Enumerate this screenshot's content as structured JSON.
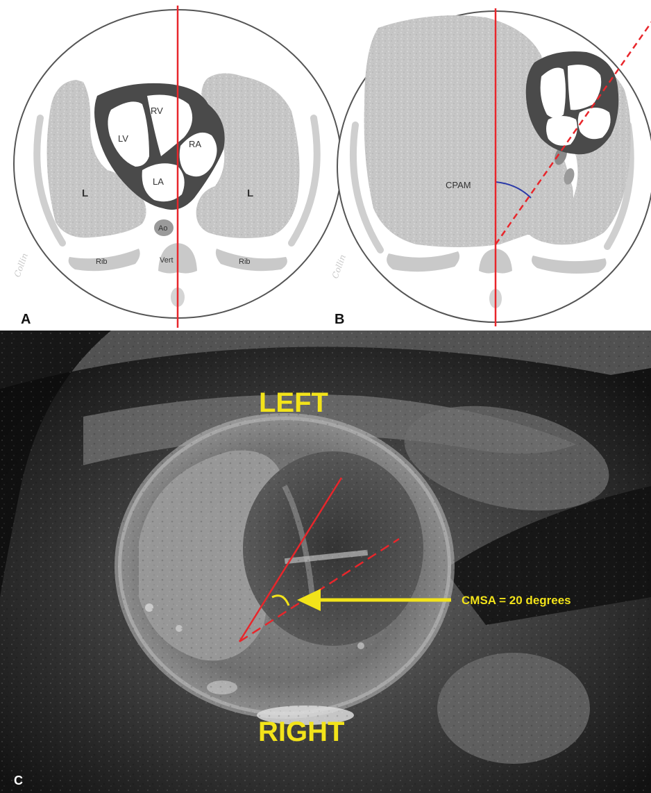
{
  "panels": {
    "a": {
      "letter": "A",
      "labels": {
        "rv": "RV",
        "lv": "LV",
        "ra": "RA",
        "la": "LA",
        "lung_left": "L",
        "lung_right": "L",
        "ao": "Ao",
        "vert": "Vert",
        "rib_left": "Rib",
        "rib_right": "Rib"
      }
    },
    "b": {
      "letter": "B",
      "labels": {
        "cpam": "CPAM"
      }
    },
    "c": {
      "letter": "C",
      "labels": {
        "left": "LEFT",
        "right": "RIGHT",
        "cmsa": "CMSA = 20 degrees"
      }
    }
  },
  "colors": {
    "axis_line": "#e8262b",
    "arrow": "#f2e31a",
    "angle_arc_b": "#2b3aa8",
    "lung_fill": "#c4c4c4",
    "heart_wall": "#4a4a4a",
    "rib": "#c9c9c9"
  }
}
